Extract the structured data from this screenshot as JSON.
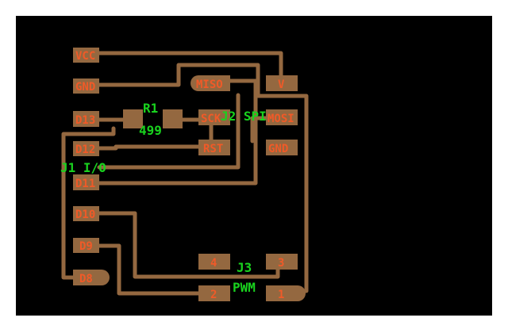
{
  "colors": {
    "background": "#000000",
    "trace": "#946840",
    "pad": "#946840",
    "pad_text": "#f05a28",
    "silkscreen": "#19d21e"
  },
  "pads": {
    "vcc": "VCC",
    "gnd_left": "GND",
    "d13": "D13",
    "d12": "D12",
    "d11": "D11",
    "d10": "D10",
    "d9": "D9",
    "d8": "D8",
    "miso": "MISO",
    "sck": "SCK",
    "rst": "RST",
    "mosi": "MOSI",
    "v": "V",
    "gnd_right": "GND",
    "p4": "4",
    "p3": "3",
    "p2": "2",
    "p1": "1"
  },
  "silkscreen": {
    "r1_ref": "R1",
    "r1_value": "499",
    "j2": "J2 SPI",
    "j1": "J1 I/O",
    "j3": "J3",
    "pwm": "PWM"
  }
}
